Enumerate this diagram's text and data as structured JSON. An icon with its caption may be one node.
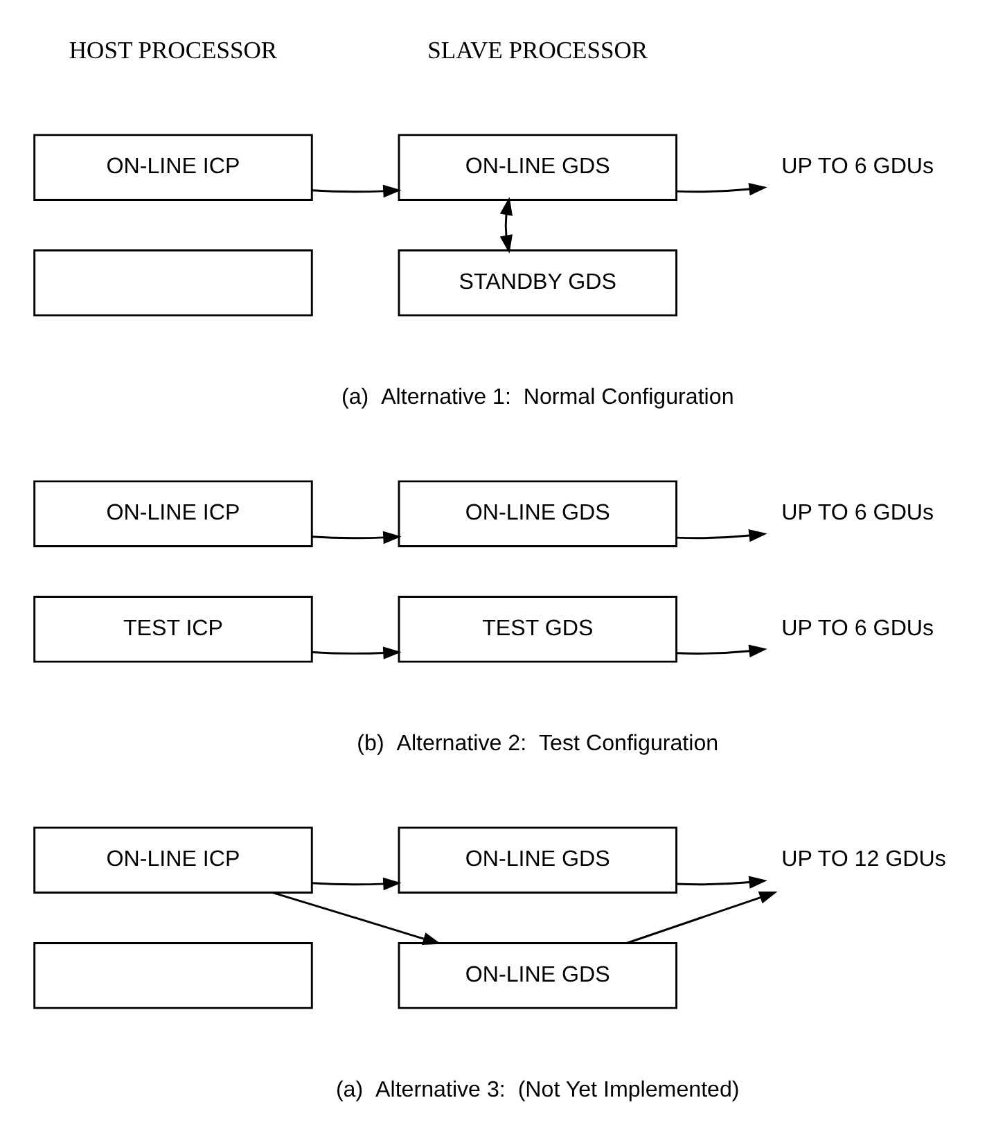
{
  "diagram": {
    "nodes": [
      {
        "text": [
          "ON-LINE ICP"
        ]
      },
      {
        "text": [
          "ON-LINE GDS"
        ]
      },
      {
        "text": [
          "UP TO 6 GDUs"
        ]
      },
      {
        "text": [],
        "shape": "box"
      },
      {
        "text": [
          "STANDBY GDS"
        ]
      },
      {
        "text": [
          "ON-LINE ICP"
        ]
      },
      {
        "text": [
          "ON-LINE GDS"
        ]
      },
      {
        "text": [
          "UP TO 6 GDUs"
        ]
      },
      {
        "text": [
          "TEST ICP"
        ]
      },
      {
        "text": [
          "TEST GDS"
        ]
      },
      {
        "text": [
          "UP TO 6 GDUs"
        ]
      },
      {
        "text": [
          "ON-LINE ICP"
        ]
      },
      {
        "text": [
          "ON-LINE GDS"
        ]
      },
      {
        "text": [
          "UP TO 12 GDUs"
        ]
      },
      {
        "text": [],
        "shape": "box"
      },
      {
        "text": [
          "ON-LINE GDS"
        ]
      }
    ],
    "edges": [
      {
        "from": 0,
        "to": 1,
        "arrow": "to"
      },
      {
        "from": 1,
        "to": 2,
        "arrow": "to"
      },
      {
        "from": 1,
        "to": 4,
        "arrow": "both"
      },
      {
        "from": 5,
        "to": 6,
        "arrow": "to"
      },
      {
        "from": 6,
        "to": 7,
        "arrow": "to"
      },
      {
        "from": 8,
        "to": 9,
        "arrow": "to"
      },
      {
        "from": 9,
        "to": 10,
        "arrow": "to"
      },
      {
        "from": 11,
        "to": 12,
        "arrow": "to"
      },
      {
        "from": 11,
        "to": 15,
        "arrow": "to"
      },
      {
        "from": 12,
        "to": 13,
        "arrow": "to"
      },
      {
        "from": 15,
        "to": 13,
        "arrow": "to"
      }
    ],
    "labels": [
      "HOST PROCESSOR",
      "SLAVE PROCESSOR",
      "(a)  Alternative 1:  Normal Configuration",
      "(b)  Alternative 2:  Test Configuration",
      "(a)  Alternative 3:  (Not Yet Implemented)"
    ]
  }
}
